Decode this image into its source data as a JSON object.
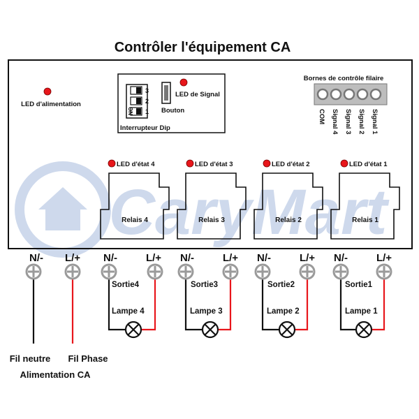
{
  "title": "Contrôler l'équipement CA",
  "power_led_label": "LED d'alimentation",
  "dip": {
    "label": "Interrupteur Dip",
    "numbers": [
      "3",
      "2",
      "1"
    ],
    "on_label": "ON"
  },
  "signal_led_label": "LED de Signal",
  "button_label": "Bouton",
  "wired_terminals": {
    "title": "Bornes de contrôle filaire",
    "labels": [
      "COM",
      "Signal 4",
      "Signal 3",
      "Signal 2",
      "Signal 1"
    ]
  },
  "watermark": "CaryMart",
  "relays": [
    {
      "status_label": "LED d'état 4",
      "relay_label": "Relais 4",
      "output_label": "Sortie4",
      "lamp_label": "Lampe 4"
    },
    {
      "status_label": "LED d'état 3",
      "relay_label": "Relais 3",
      "output_label": "Sortie3",
      "lamp_label": "Lampe 3"
    },
    {
      "status_label": "LED d'état 2",
      "relay_label": "Relais 2",
      "output_label": "Sortie2",
      "lamp_label": "Lampe 2"
    },
    {
      "status_label": "LED d'état 1",
      "relay_label": "Relais 1",
      "output_label": "Sortie1",
      "lamp_label": "Lampe 1"
    }
  ],
  "terminal_labels": [
    "N/-",
    "L/+",
    "N/-",
    "L/+",
    "N/-",
    "L/+",
    "N/-",
    "L/+",
    "N/-",
    "L/+"
  ],
  "neutral_wire_label": "Fil neutre",
  "phase_wire_label": "Fil Phase",
  "power_label": "Alimentation CA",
  "colors": {
    "led": "#e8161b",
    "phase_wire": "#e8161b",
    "neutral_wire": "#111111",
    "terminal": "#9a9a9a",
    "watermark": "#c9d5ea"
  }
}
